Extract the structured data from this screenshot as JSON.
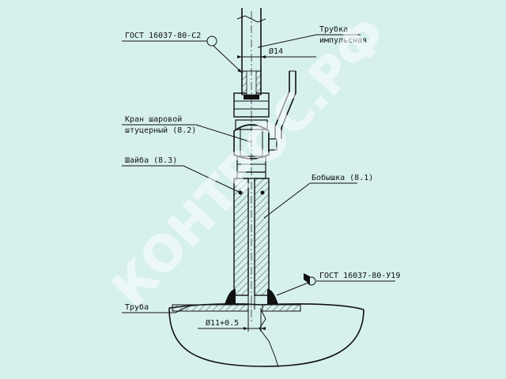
{
  "labels": {
    "gost_top": "ГОСТ 16037-80-С2",
    "tube_line1": "Трубка",
    "tube_line2": "импульсная",
    "dim_tube": "Ø14",
    "valve_line1": "Кран шаровой",
    "valve_line2": "штуцерный (8.2)",
    "washer": "Шайба (8.3)",
    "boss": "Бобышка (8.1)",
    "gost_bottom": "ГОСТ 16037-80-У19",
    "pipe": "Труба",
    "dim_hole": "Ø11+0.5"
  },
  "watermark": "КОНТРОС.РФ",
  "colors": {
    "background": "#d6f0ee",
    "line": "#111111",
    "watermark": "#ffffff"
  }
}
